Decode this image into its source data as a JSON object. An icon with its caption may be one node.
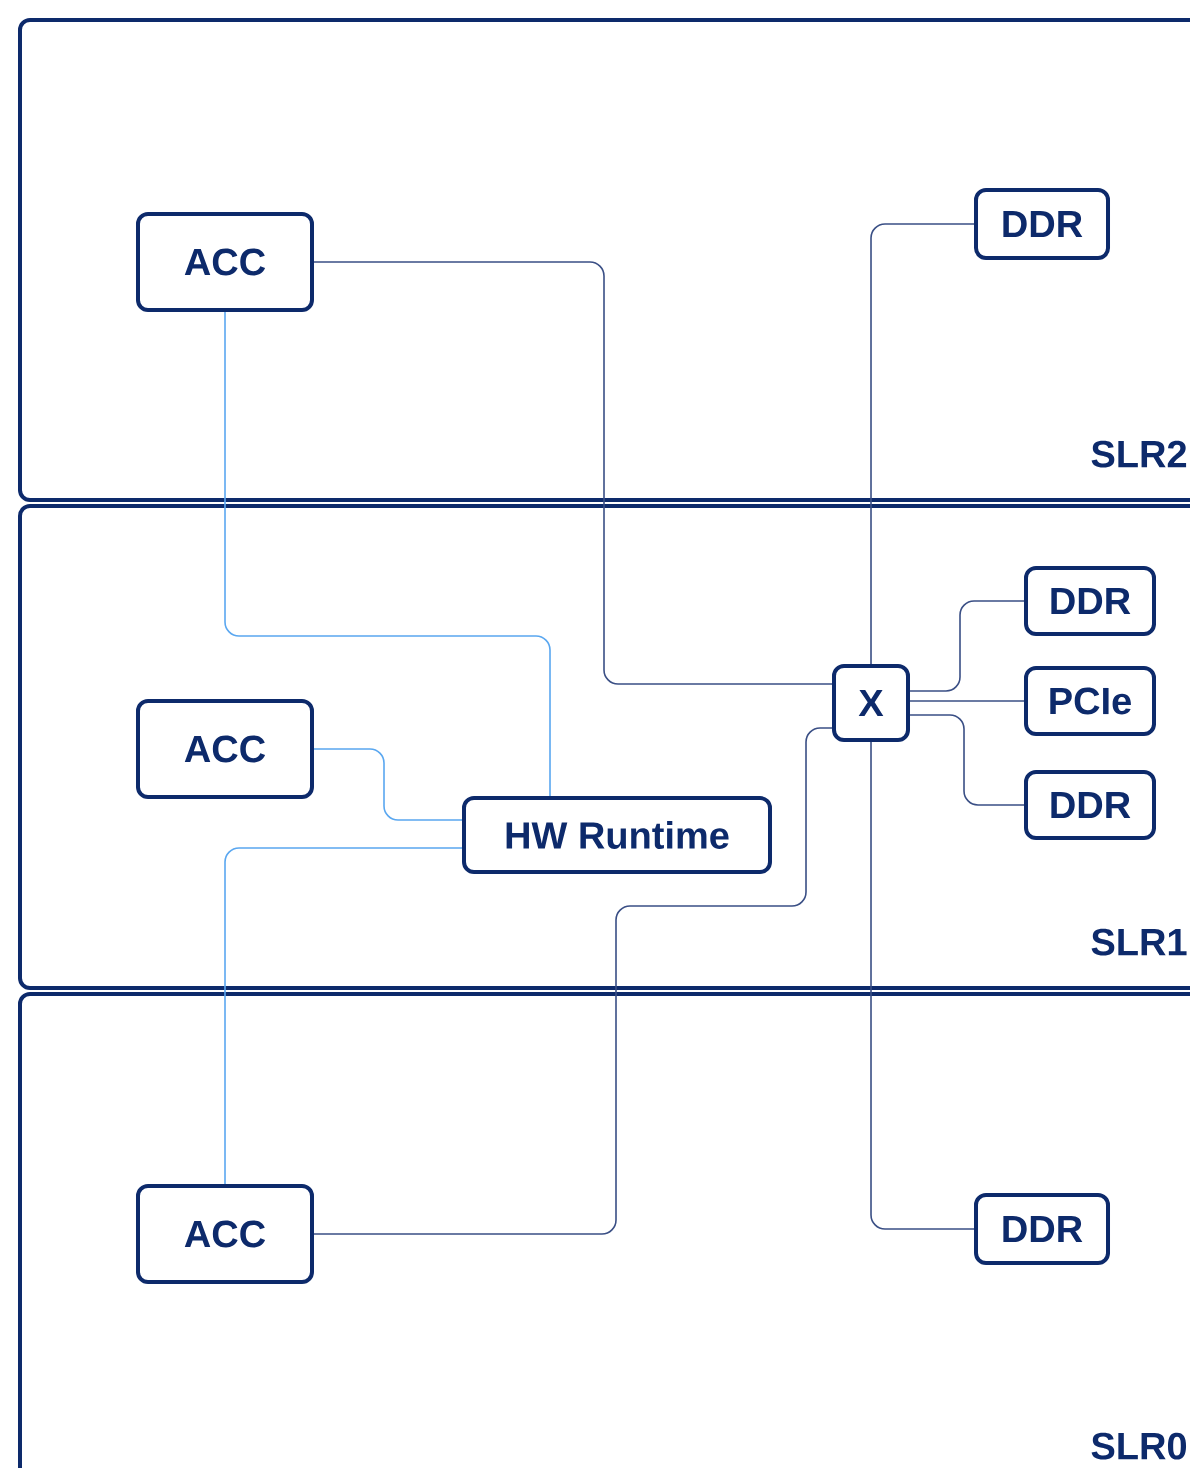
{
  "diagram": {
    "nodes": [
      {
        "text": [
          "SLR2"
        ]
      },
      {
        "text": [
          "ACC"
        ],
        "in": 0
      },
      {
        "text": [
          "DDR"
        ],
        "in": 0
      },
      {
        "text": [
          "SLR1"
        ]
      },
      {
        "text": [
          "DDR"
        ],
        "in": 3
      },
      {
        "text": [
          "ACC"
        ],
        "in": 3
      },
      {
        "text": [
          "X"
        ],
        "in": 3
      },
      {
        "text": [
          "PCIe"
        ],
        "in": 3
      },
      {
        "text": [
          "HW Runtime"
        ],
        "in": 3
      },
      {
        "text": [
          "DDR"
        ],
        "in": 3
      },
      {
        "text": [
          "SLR0"
        ]
      },
      {
        "text": [
          "ACC"
        ],
        "in": 10
      },
      {
        "text": [
          "DDR"
        ],
        "in": 10
      }
    ],
    "edges": [
      {
        "from": 1,
        "to": 6,
        "arrow": "none"
      },
      {
        "from": 11,
        "to": 6,
        "arrow": "none"
      },
      {
        "from": 6,
        "to": 2,
        "arrow": "none"
      },
      {
        "from": 6,
        "to": 12,
        "arrow": "none"
      },
      {
        "from": 6,
        "to": 4,
        "arrow": "none"
      },
      {
        "from": 6,
        "to": 7,
        "arrow": "none"
      },
      {
        "from": 6,
        "to": 9,
        "arrow": "none"
      },
      {
        "from": 1,
        "to": 8,
        "arrow": "none",
        "color": "#5aa7f0"
      },
      {
        "from": 5,
        "to": 8,
        "arrow": "none",
        "color": "#5aa7f0"
      },
      {
        "from": 8,
        "to": 11,
        "arrow": "none",
        "color": "#5aa7f0"
      }
    ]
  }
}
